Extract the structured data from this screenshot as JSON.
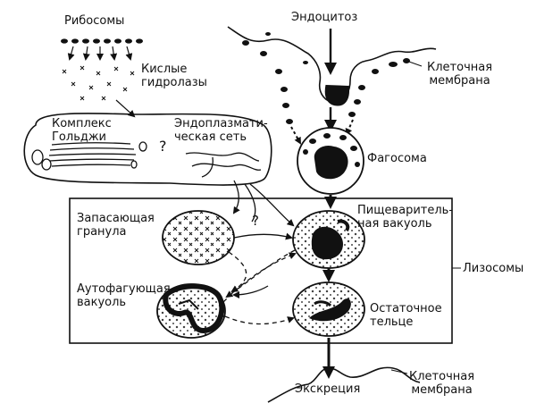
{
  "labels": {
    "ribosomes": "Рибосомы",
    "acid_hydrolases": "Кислые\nгидролазы",
    "golgi": "Комплекс\nГольджи",
    "golgi_question": "?",
    "er": "Эндоплазмати-\nческая сеть",
    "endocytosis": "Эндоцитоз",
    "cell_membrane_top": "Клеточная\nмембрана",
    "phagosome": "Фагосома",
    "storage_granule": "Запасающая\nгранула",
    "storage_question": "?",
    "digestive_vacuole": "Пищеваритель-\nная вакуоль",
    "lysosomes": "Лизосомы",
    "autophagic_vacuole": "Аутофагующая\nвакуоль",
    "residual_body": "Остаточное\nтельце",
    "excretion": "Экскреция",
    "cell_membrane_bottom": "Клеточная\nмембрана"
  }
}
